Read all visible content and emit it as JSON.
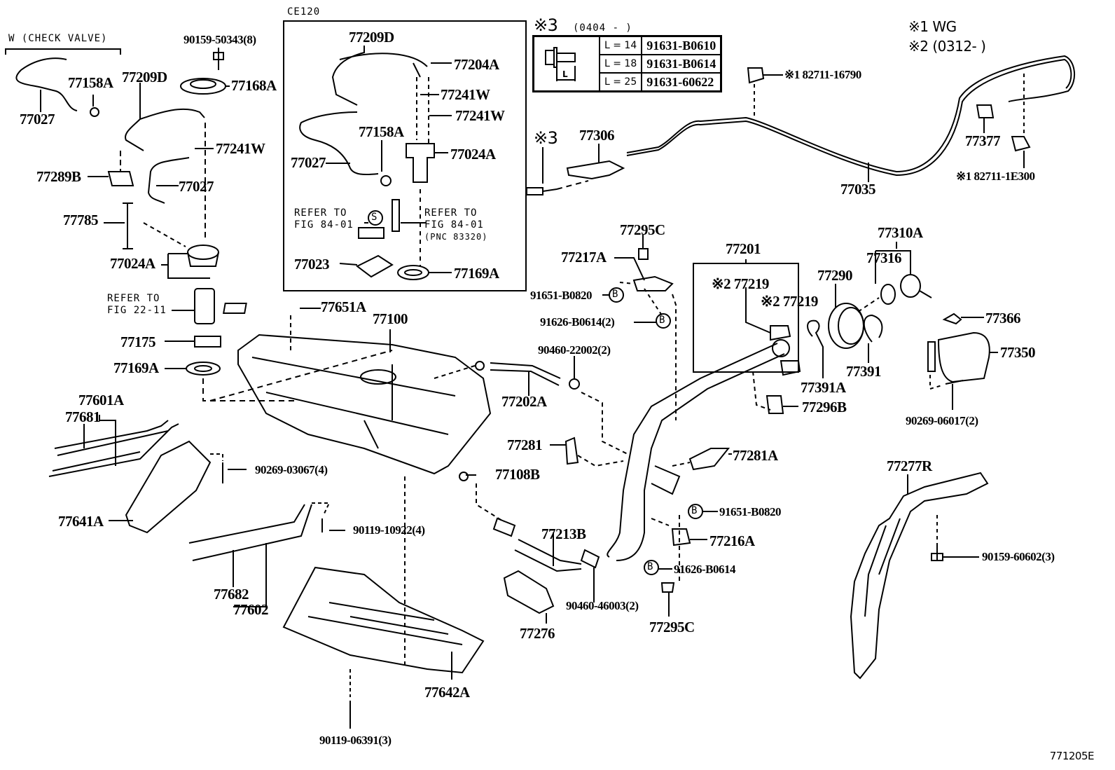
{
  "diagram": {
    "title_code": "771205E",
    "notes": {
      "check_valve": "W (CHECK  VALVE)",
      "ce120": "CE120",
      "note3_header": "※3",
      "note3_range": "(0404 -    )",
      "note1": "※1  WG",
      "note2": "※2 (0312-    )"
    },
    "bolt_table": {
      "dimension_label": "L",
      "rows": [
        {
          "length": "L = 14",
          "part": "91631-B0610"
        },
        {
          "length": "L = 18",
          "part": "91631-B0614"
        },
        {
          "length": "L = 25",
          "part": "91631-60622"
        }
      ]
    },
    "refer_notes": {
      "fig_22_11": [
        "REFER TO",
        "FIG 22-11"
      ],
      "fig_84_01_left": [
        "REFER TO",
        "FIG 84-01"
      ],
      "fig_84_01_right": [
        "REFER TO",
        "FIG 84-01",
        "(PNC 83320)"
      ],
      "s_marker": "S",
      "b_marker": "B"
    },
    "labels": {
      "p90159_50343": "90159-50343(8)",
      "p77168A": "77168A",
      "p77158A_a": "77158A",
      "p77027_a": "77027",
      "p77209D_a": "77209D",
      "p77241W_a": "77241W",
      "p77289B": "77289B",
      "p77027_b": "77027",
      "p77785": "77785",
      "p77024A_a": "77024A",
      "p77175": "77175",
      "p77169A_a": "77169A",
      "p77209D_b": "77209D",
      "p77204A": "77204A",
      "p77241W_b": "77241W",
      "p77241W_c": "77241W",
      "p77158A_b": "77158A",
      "p77027_c": "77027",
      "p77024A_b": "77024A",
      "p77023": "77023",
      "p77169A_b": "77169A",
      "x3_bolt": "※3",
      "p77306": "77306",
      "p82711_16790": "※1 82711-16790",
      "p77035": "77035",
      "p77377": "77377",
      "p82711_1E300": "※1  82711-1E300",
      "p77295C_a": "77295C",
      "p77217A": "77217A",
      "p91651_B0820_a": "91651-B0820",
      "p91626_B0614_2": "91626-B0614(2)",
      "p77201": "77201",
      "p77219_a": "※2 77219",
      "p77219_b": "※2 77219",
      "p77290": "77290",
      "p77310A": "77310A",
      "p77316": "77316",
      "p77366": "77366",
      "p77350": "77350",
      "p77391A": "77391A",
      "p77391": "77391",
      "p77296B": "77296B",
      "p90269_06017": "90269-06017(2)",
      "p77651A": "77651A",
      "p77100": "77100",
      "p90460_22002": "90460-22002(2)",
      "p77202A": "77202A",
      "p77601A": "77601A",
      "p77681": "77681",
      "p90269_03067": "90269-03067(4)",
      "p77641A": "77641A",
      "p77108B": "77108B",
      "p77281": "77281",
      "p77281A": "77281A",
      "p90119_10922": "90119-10922(4)",
      "p77682": "77682",
      "p77602": "77602",
      "p77213B": "77213B",
      "p91651_B0820_b": "91651-B0820",
      "p77216A": "77216A",
      "p91626_B0614": "91626-B0614",
      "p90460_46003": "90460-46003(2)",
      "p77276": "77276",
      "p77295C_b": "77295C",
      "p77277R": "77277R",
      "p90159_60602": "90159-60602(3)",
      "p77642A": "77642A",
      "p90119_06391": "90119-06391(3)"
    }
  }
}
